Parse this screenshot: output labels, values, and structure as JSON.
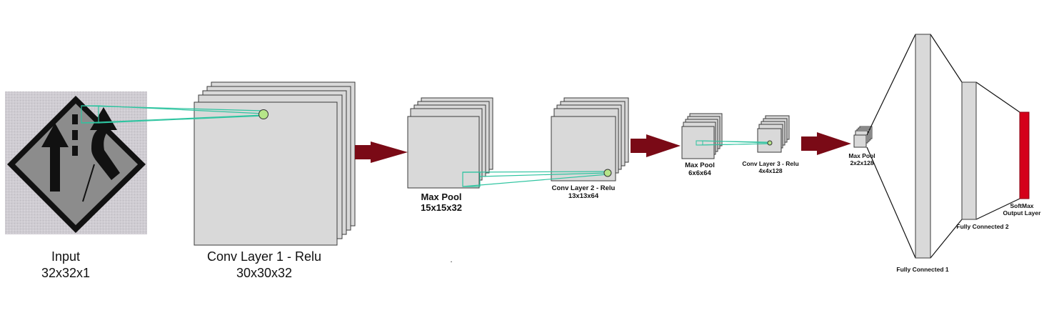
{
  "layers": [
    {
      "id": "input",
      "name": "Input",
      "dims": "32x32x1"
    },
    {
      "id": "conv1",
      "name": "Conv Layer 1 - Relu",
      "dims": "30x30x32"
    },
    {
      "id": "pool1",
      "name": "Max Pool",
      "dims": "15x15x32"
    },
    {
      "id": "conv2",
      "name": "Conv Layer 2 - Relu",
      "dims": "13x13x64"
    },
    {
      "id": "pool2",
      "name": "Max Pool",
      "dims": "6x6x64"
    },
    {
      "id": "conv3",
      "name": "Conv Layer 3 - Relu",
      "dims": "4x4x128"
    },
    {
      "id": "pool3",
      "name": "Max Pool",
      "dims": "2x2x128"
    },
    {
      "id": "fc1",
      "name": "Fully Connected 1"
    },
    {
      "id": "fc2",
      "name": "Fully Connected 2"
    },
    {
      "id": "softmax",
      "name": "SoftMax",
      "name2": "Output Layer"
    }
  ],
  "stray_mark": ".",
  "colors": {
    "layer_fill": "#d9d9d9",
    "layer_stroke": "#3a3a3a",
    "receptive_field": "#2ec4a0",
    "neuron": "#b6e589",
    "arrow": "#7a0a16",
    "softmax": "#d4001a",
    "sign_bg": "#c9c6cc",
    "sign_face": "#8a8a8a"
  }
}
